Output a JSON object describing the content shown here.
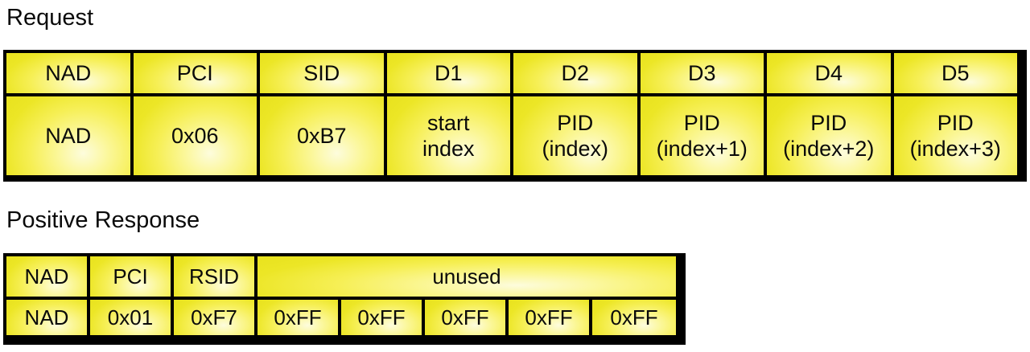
{
  "request": {
    "title": "Request",
    "header": [
      "NAD",
      "PCI",
      "SID",
      "D1",
      "D2",
      "D3",
      "D4",
      "D5"
    ],
    "data": [
      {
        "line1": "NAD",
        "line2": ""
      },
      {
        "line1": "0x06",
        "line2": ""
      },
      {
        "line1": "0xB7",
        "line2": ""
      },
      {
        "line1": "start",
        "line2": "index"
      },
      {
        "line1": "PID",
        "line2": "(index)"
      },
      {
        "line1": "PID",
        "line2": "(index+1)"
      },
      {
        "line1": "PID",
        "line2": "(index+2)"
      },
      {
        "line1": "PID",
        "line2": "(index+3)"
      }
    ]
  },
  "response": {
    "title": "Positive Response",
    "header": [
      "NAD",
      "PCI",
      "RSID",
      "unused"
    ],
    "data": [
      "NAD",
      "0x01",
      "0xF7",
      "0xFF",
      "0xFF",
      "0xFF",
      "0xFF",
      "0xFF"
    ]
  },
  "colors": {
    "cell_fill_edge": "#ECE626",
    "cell_fill_center": "#FDFCDD",
    "border": "#000000",
    "text": "#0A0A0A",
    "background": "#FFFFFF"
  }
}
